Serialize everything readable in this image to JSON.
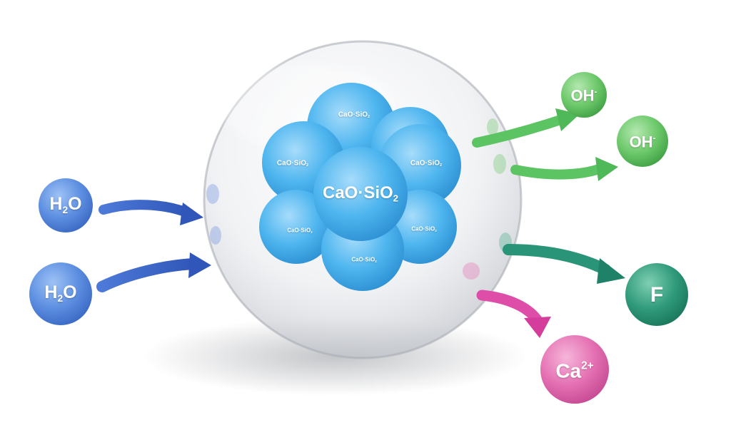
{
  "core": {
    "center": {
      "base": "CaO·SiO",
      "sub": "2"
    },
    "petal_top": {
      "base": "CaO·SiO",
      "sub": "2"
    },
    "petal_left": {
      "base": "CaO·SiO",
      "sub": "2"
    },
    "petal_right": {
      "base": "CaO·SiO",
      "sub": "2"
    },
    "petal_bottom_left": {
      "base": "CaO·SiO",
      "sub": "2"
    },
    "petal_bottom_right": {
      "base": "CaO·SiO",
      "sub": "2"
    },
    "petal_bottom": {
      "base": "CaO·SiO",
      "sub": "2"
    }
  },
  "inputs": [
    {
      "pre": "H",
      "sub": "2",
      "post": "O"
    },
    {
      "pre": "H",
      "sub": "2",
      "post": "O"
    }
  ],
  "outputs": {
    "oh_top": {
      "base": "OH",
      "sup": "-"
    },
    "oh_mid": {
      "base": "OH",
      "sup": "-"
    },
    "fluoride": {
      "base": "F"
    },
    "calcium": {
      "base": "Ca",
      "sup": "2+"
    }
  },
  "colors": {
    "water": "#5b8de0",
    "core": "#4fb6ef",
    "hydroxide": "#6cc86a",
    "fluoride": "#2f9a7a",
    "calcium": "#e46fb2",
    "arrow_in": "#3f66c8",
    "arrow_oh": "#5cc462",
    "arrow_f": "#2a9478",
    "arrow_ca": "#de4ea8"
  }
}
